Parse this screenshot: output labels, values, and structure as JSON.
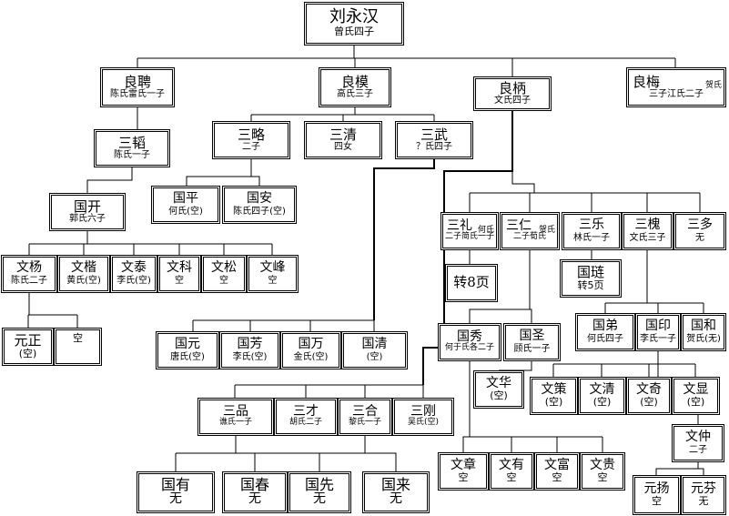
{
  "diagram": {
    "nodes": [
      {
        "id": "liuyonghan",
        "name": "刘永汉",
        "note": "曾氏四子"
      },
      {
        "id": "liangpin",
        "name": "良聘",
        "note": "陈氏雷氏一子"
      },
      {
        "id": "liangmo",
        "name": "良模",
        "note": "高氏三子"
      },
      {
        "id": "liangbing",
        "name": "良柄",
        "note": "文氏四子"
      },
      {
        "id": "liangmei",
        "name": "良梅",
        "side": "贺氏",
        "note": "三子江氏二子"
      },
      {
        "id": "santao",
        "name": "三韬",
        "note": "陈氏一子"
      },
      {
        "id": "sanlue",
        "name": "三略",
        "note": "二子"
      },
      {
        "id": "sanqing",
        "name": "三清",
        "note": "四女"
      },
      {
        "id": "sanwu",
        "name": "三武",
        "note": "？氏四子"
      },
      {
        "id": "guokai",
        "name": "国开",
        "note": "郭氏六子"
      },
      {
        "id": "guoping",
        "name": "国平",
        "note": "何氏(空)"
      },
      {
        "id": "guoan",
        "name": "国安",
        "note": "陈氏四子(空)"
      },
      {
        "id": "sanli",
        "name": "三礼",
        "side": "何氏",
        "note": "二子简氏一子"
      },
      {
        "id": "sanren",
        "name": "三仁",
        "side": "贺氏",
        "note": "二子荀氏"
      },
      {
        "id": "sanle",
        "name": "三乐",
        "note": "林氏一子"
      },
      {
        "id": "sanhuai",
        "name": "三槐",
        "note": "文氏三子"
      },
      {
        "id": "sanduo",
        "name": "三多",
        "note": "无"
      },
      {
        "id": "wenyang",
        "name": "文杨",
        "note": "陈氏二子"
      },
      {
        "id": "wenkai",
        "name": "文楷",
        "note": "黄氏(空)"
      },
      {
        "id": "wentai",
        "name": "文泰",
        "note": "李氏(空)"
      },
      {
        "id": "wenke",
        "name": "文科",
        "note": "空"
      },
      {
        "id": "wensong",
        "name": "文松",
        "note": "空"
      },
      {
        "id": "wenfeng",
        "name": "文峰",
        "note": "空"
      },
      {
        "id": "zhuan8",
        "name": "转8页",
        "note": ""
      },
      {
        "id": "guolian",
        "name": "国琏",
        "note": "转5页"
      },
      {
        "id": "yuanzheng",
        "name": "元正",
        "note": "(空)"
      },
      {
        "id": "kong1",
        "name": "",
        "note": "空"
      },
      {
        "id": "guoyuan",
        "name": "国元",
        "note": "唐氏(空)"
      },
      {
        "id": "guofang",
        "name": "国芳",
        "note": "李氏(空)"
      },
      {
        "id": "guowan",
        "name": "国万",
        "note": "金氏(空)"
      },
      {
        "id": "guoqing",
        "name": "国清",
        "note": "(空)"
      },
      {
        "id": "guoxiu",
        "name": "国秀",
        "note": "何于氏各二子"
      },
      {
        "id": "guosheng",
        "name": "国圣",
        "note": "顾氏一子"
      },
      {
        "id": "guodi",
        "name": "国弟",
        "note": "何氏四子"
      },
      {
        "id": "guoyin",
        "name": "国印",
        "note": "李氏一子"
      },
      {
        "id": "guohe",
        "name": "国和",
        "note": "贺氏(无)"
      },
      {
        "id": "wenhua",
        "name": "文华",
        "note": "(空)"
      },
      {
        "id": "wence",
        "name": "文策",
        "note": "(空)"
      },
      {
        "id": "wenqing",
        "name": "文清",
        "note": "(空)"
      },
      {
        "id": "wenqi",
        "name": "文奇",
        "note": "(空)"
      },
      {
        "id": "wenxian",
        "name": "文显",
        "note": "(空)"
      },
      {
        "id": "sanpin",
        "name": "三品",
        "note": "谯氏一子"
      },
      {
        "id": "sancai",
        "name": "三才",
        "note": "胡氏二子"
      },
      {
        "id": "sanhe",
        "name": "三合",
        "note": "黎氏一子"
      },
      {
        "id": "sangang",
        "name": "三刚",
        "note": "吴氏(空)"
      },
      {
        "id": "wenzhong",
        "name": "文仲",
        "note": "二子"
      },
      {
        "id": "guoyou",
        "name": "国有",
        "note": "无"
      },
      {
        "id": "guochun",
        "name": "国春",
        "note": "无"
      },
      {
        "id": "guoxian",
        "name": "国先",
        "note": "无"
      },
      {
        "id": "guolai",
        "name": "国来",
        "note": "无"
      },
      {
        "id": "wenzhang",
        "name": "文章",
        "note": "空"
      },
      {
        "id": "wenyou",
        "name": "文有",
        "note": "空"
      },
      {
        "id": "wenfu",
        "name": "文富",
        "note": "空"
      },
      {
        "id": "wengui",
        "name": "文贵",
        "note": "空"
      },
      {
        "id": "yuanyang",
        "name": "元扬",
        "note": "空"
      },
      {
        "id": "yuanfen",
        "name": "元芬",
        "note": "无"
      }
    ]
  }
}
